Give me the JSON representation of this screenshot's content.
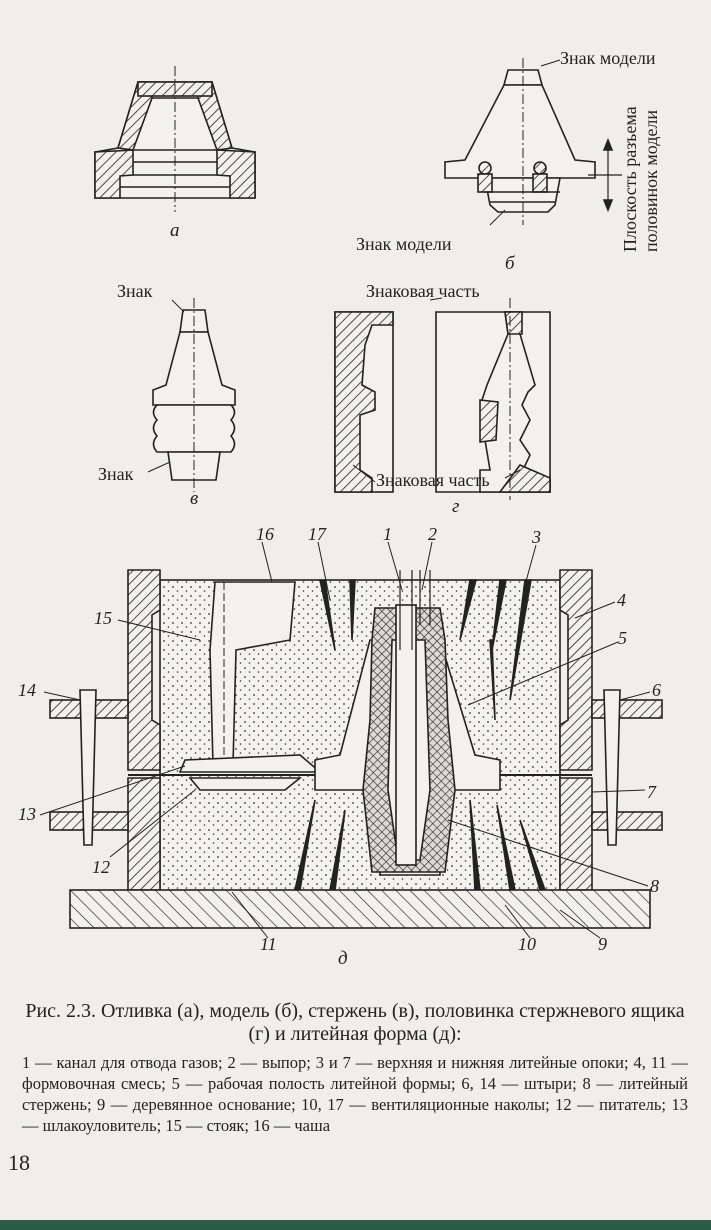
{
  "labels": {
    "znak_modeli_top": "Знак модели",
    "znak_modeli_bottom": "Знак модели",
    "ploskost_line1": "Плоскость разъема",
    "ploskost_line2": "половинок модели",
    "znak_top": "Знак",
    "znak_bottom": "Знак",
    "znakovaya_top": "Знаковая часть",
    "znakovaya_bottom": "Знаковая часть",
    "sub_a": "а",
    "sub_b": "б",
    "sub_v": "в",
    "sub_g": "г",
    "sub_d": "д",
    "n1": "1",
    "n2": "2",
    "n3": "3",
    "n4": "4",
    "n5": "5",
    "n6": "6",
    "n7": "7",
    "n8": "8",
    "n9": "9",
    "n10": "10",
    "n11": "11",
    "n12": "12",
    "n13": "13",
    "n14": "14",
    "n15": "15",
    "n16": "16",
    "n17": "17"
  },
  "caption": {
    "title": "Рис. 2.3. Отливка (а), модель (б), стержень (в), половинка стержневого ящика (г) и литейная форма (д):",
    "legend": "1 — канал для отвода газов; 2 — выпор; 3 и 7 — верхняя и нижняя литейные опоки; 4, 11 — формовочная смесь; 5 — рабочая полость литейной формы; 6, 14 — штыри; 8 — литейный стержень; 9 — деревянное основание; 10, 17 — вентиляционные наколы; 12 — питатель; 13 — шлакоуловитель; 15 — стояк; 16 — чаша"
  },
  "page_number": "18"
}
